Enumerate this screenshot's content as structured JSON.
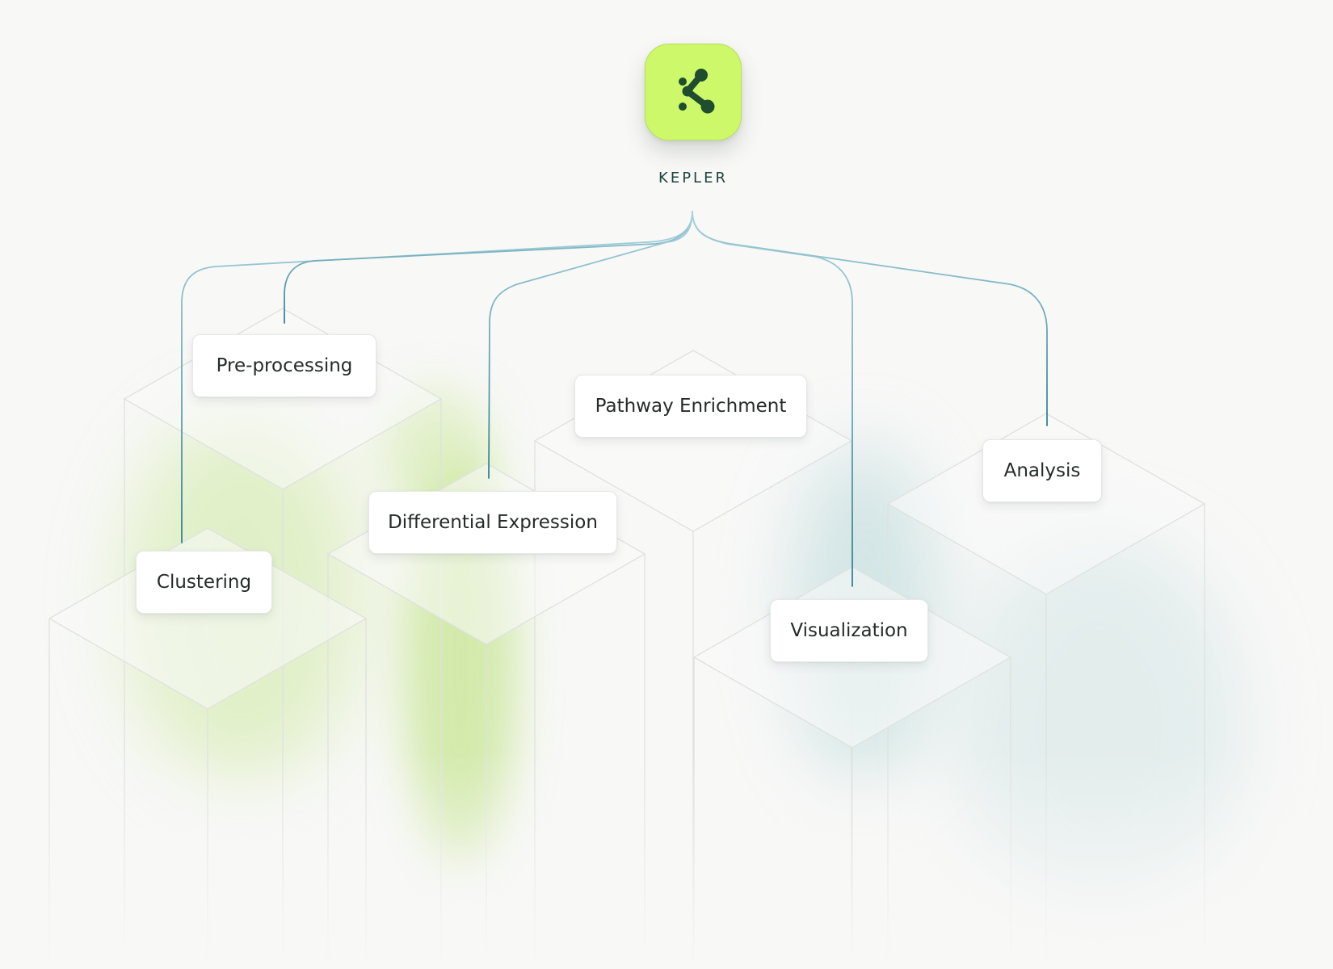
{
  "diagram": {
    "root": {
      "name": "KEPLER",
      "icon": "network-nodes-icon",
      "tile_color": "#ccf86a",
      "icon_color": "#1f4d2e"
    },
    "nodes": [
      {
        "id": "pre-processing",
        "label": "Pre-processing"
      },
      {
        "id": "clustering",
        "label": "Clustering"
      },
      {
        "id": "differential-expression",
        "label": "Differential Expression"
      },
      {
        "id": "pathway-enrichment",
        "label": "Pathway Enrichment"
      },
      {
        "id": "visualization",
        "label": "Visualization"
      },
      {
        "id": "analysis",
        "label": "Analysis"
      }
    ],
    "colors": {
      "connector": "#3e8fa4",
      "block_outline": "#dfe2df",
      "glow_green": "#cfe9a2",
      "glow_teal": "#b9d9d9"
    }
  }
}
